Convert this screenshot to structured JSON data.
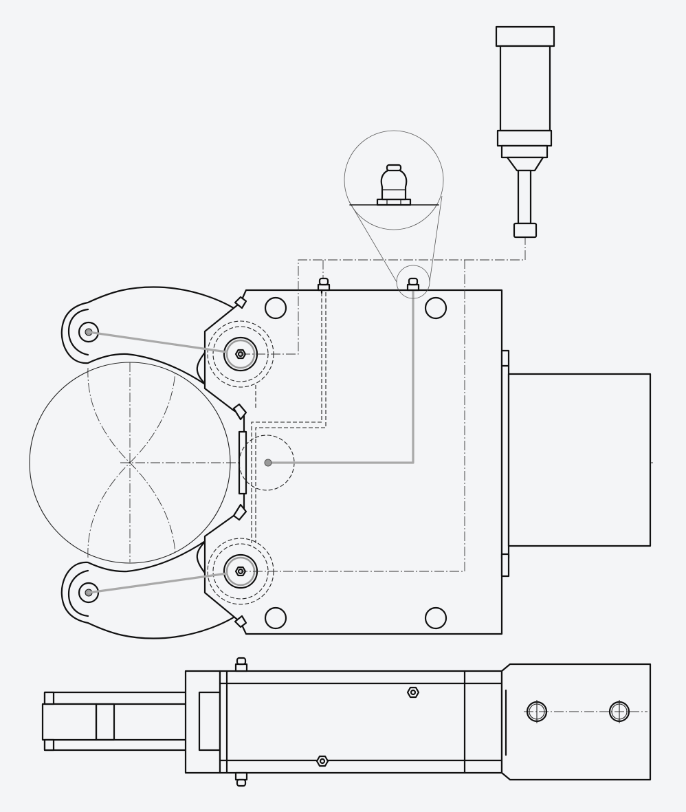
{
  "drawing": {
    "views": [
      "front-view",
      "bottom-view",
      "grease-gun-detail",
      "grease-nipple-magnified-detail"
    ],
    "colors": {
      "background": "#f4f5f7",
      "outline": "#111111",
      "grease_line": "#a9a9a9"
    },
    "grease_points": [
      "upper-arm-pivot",
      "lower-arm-pivot",
      "upper-jaw-pivot",
      "lower-jaw-pivot",
      "center-shoe"
    ]
  }
}
